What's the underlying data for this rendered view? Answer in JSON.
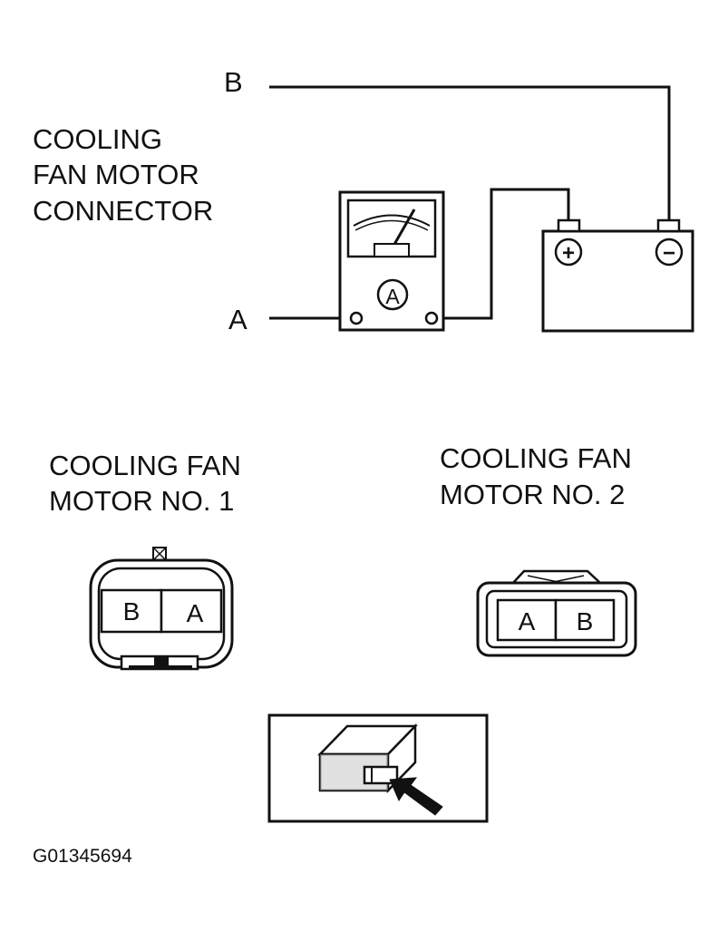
{
  "circuit": {
    "connector_label": [
      "COOLING",
      "FAN MOTOR",
      "CONNECTOR"
    ],
    "terminal_b": "B",
    "terminal_a": "A",
    "ammeter_symbol": "A",
    "battery_positive": "+",
    "battery_negative": "−"
  },
  "motor1": {
    "title": [
      "COOLING FAN",
      "MOTOR NO. 1"
    ],
    "pins": [
      "B",
      "A"
    ]
  },
  "motor2": {
    "title": [
      "COOLING FAN",
      "MOTOR NO. 2"
    ],
    "pins": [
      "A",
      "B"
    ]
  },
  "figure_id": "G01345694"
}
